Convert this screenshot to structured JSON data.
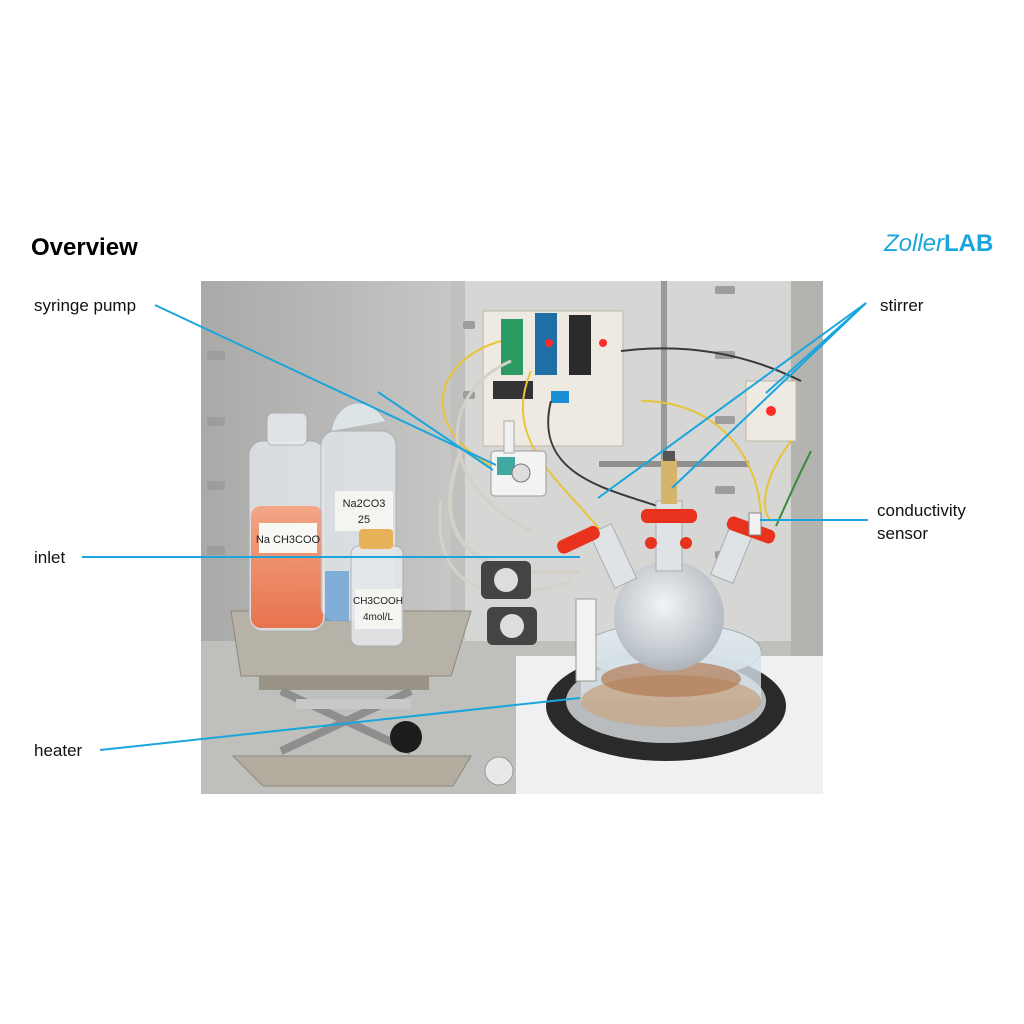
{
  "title": "Overview",
  "brand": {
    "part1": "Zoller",
    "part2": "LAB",
    "color": "#1aa6dc"
  },
  "callouts": {
    "syringe_pump": "syringe pump",
    "inlet": "inlet",
    "heater": "heater",
    "stirrer": "stirrer",
    "conductivity_line1": "conductivity",
    "conductivity_line2": "sensor"
  },
  "bottle_labels": {
    "sodium_acetate": "Na CH3COO",
    "sodium_carbonate_line1": "Na2CO3",
    "sodium_carbonate_line2": "25",
    "acetic_acid_line1": "CH3COOH",
    "acetic_acid_line2": "4mol/L"
  },
  "colors": {
    "leader_line": "#1aa6dc",
    "clamp_red": "#e8321e",
    "acetate_liquid": "#f0865c",
    "cabinet_gray": "#c9c9c7",
    "stage_silver": "#b7b2a8"
  }
}
